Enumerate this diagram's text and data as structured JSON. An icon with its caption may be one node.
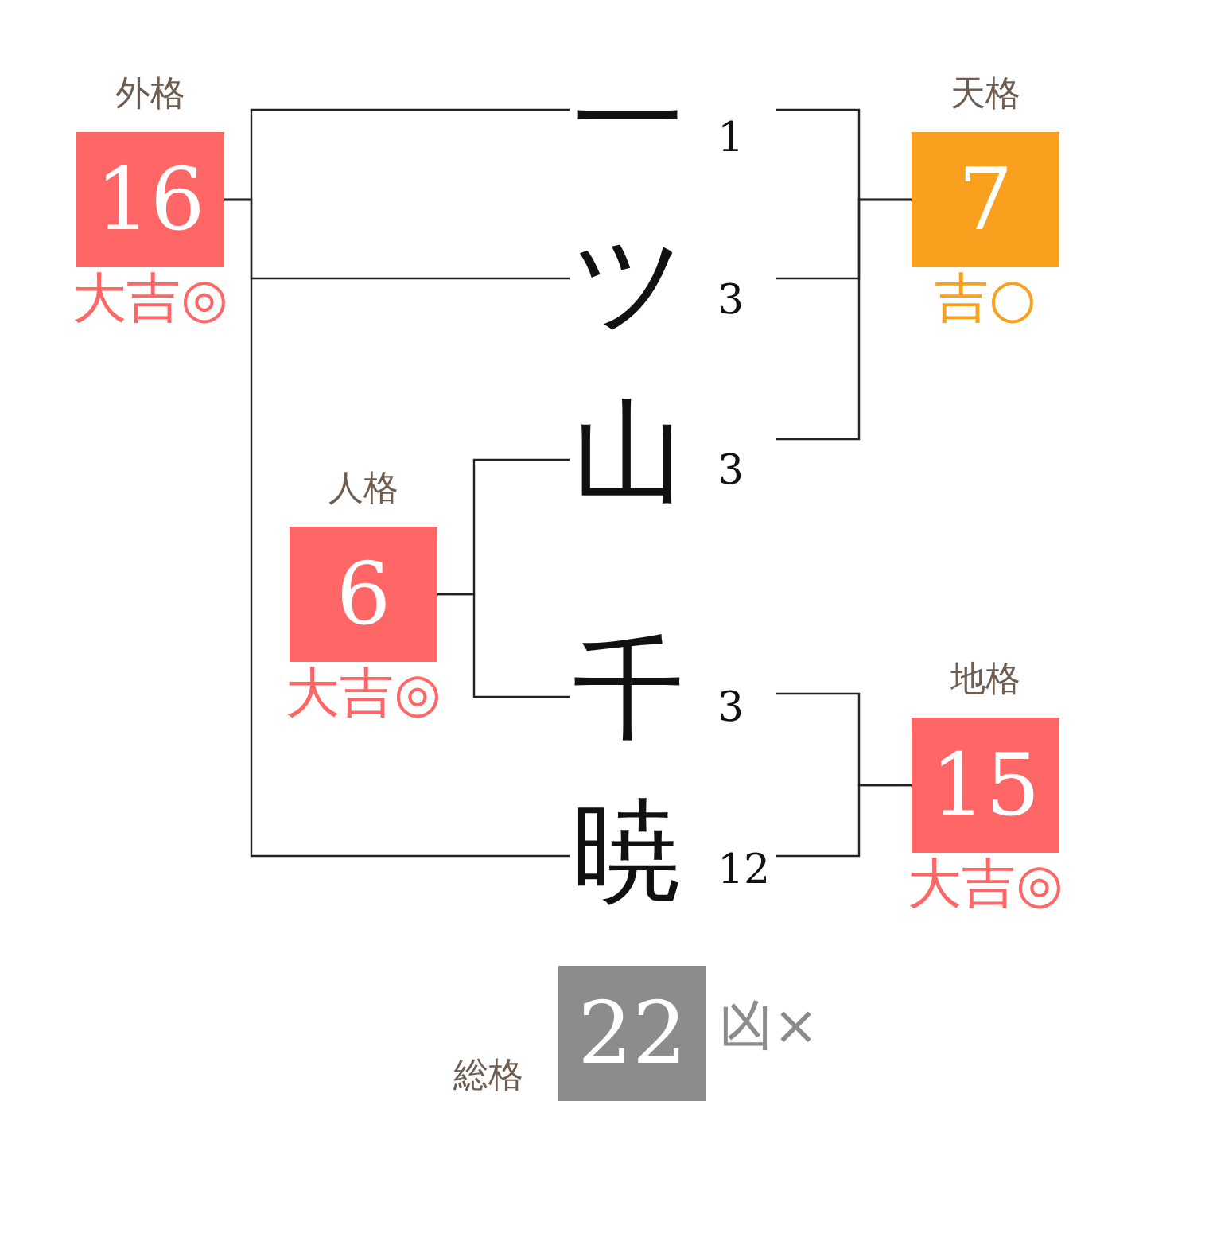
{
  "diagram": {
    "nodes": [
      {
        "text": [
          "外格",
          "16"
        ],
        "beside": [
          "大吉◎"
        ]
      },
      {
        "text": [
          "一"
        ],
        "beside": [
          "1"
        ]
      },
      {
        "text": [
          "天格",
          "7"
        ],
        "beside": [
          "吉○"
        ]
      },
      {
        "text": [
          "ツ"
        ],
        "beside": [
          "3"
        ]
      },
      {
        "text": [
          "山"
        ],
        "beside": [
          "3"
        ]
      },
      {
        "text": [
          "人格",
          "6"
        ],
        "beside": [
          "大吉◎"
        ]
      },
      {
        "text": [
          "千"
        ],
        "beside": [
          "3"
        ]
      },
      {
        "text": [
          "地格",
          "15"
        ],
        "beside": [
          "大吉◎"
        ]
      },
      {
        "text": [
          "暁"
        ],
        "beside": [
          "12"
        ]
      },
      {
        "text": [
          "総格",
          "22"
        ],
        "beside": [
          "凶×"
        ]
      }
    ],
    "edges": [
      {
        "from": 1,
        "to": 0,
        "arrow": "none"
      },
      {
        "from": 3,
        "to": 0,
        "arrow": "none"
      },
      {
        "from": 8,
        "to": 0,
        "arrow": "none"
      },
      {
        "from": 1,
        "to": 2,
        "arrow": "none"
      },
      {
        "from": 3,
        "to": 2,
        "arrow": "none"
      },
      {
        "from": 4,
        "to": 2,
        "arrow": "none"
      },
      {
        "from": 4,
        "to": 5,
        "arrow": "none"
      },
      {
        "from": 6,
        "to": 5,
        "arrow": "none"
      },
      {
        "from": 6,
        "to": 7,
        "arrow": "none"
      },
      {
        "from": 8,
        "to": 7,
        "arrow": "none"
      }
    ]
  }
}
